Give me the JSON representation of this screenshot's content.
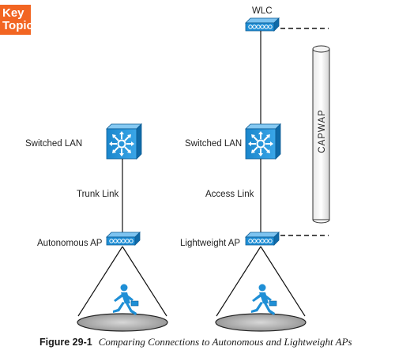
{
  "key_topic": {
    "line1": "Key",
    "line2": "Topic"
  },
  "left": {
    "switch_label": "Switched LAN",
    "link_label": "Trunk Link",
    "ap_label": "Autonomous AP"
  },
  "right": {
    "wlc_label": "WLC",
    "switch_label": "Switched LAN",
    "link_label": "Access Link",
    "ap_label": "Lightweight AP",
    "tunnel_label": "CAPWAP"
  },
  "caption": {
    "number": "Figure 29-1",
    "text": "Comparing Connections to Autonomous and Lightweight APs"
  },
  "colors": {
    "device_blue": "#1f8fd6",
    "key_topic_orange": "#f26522"
  }
}
